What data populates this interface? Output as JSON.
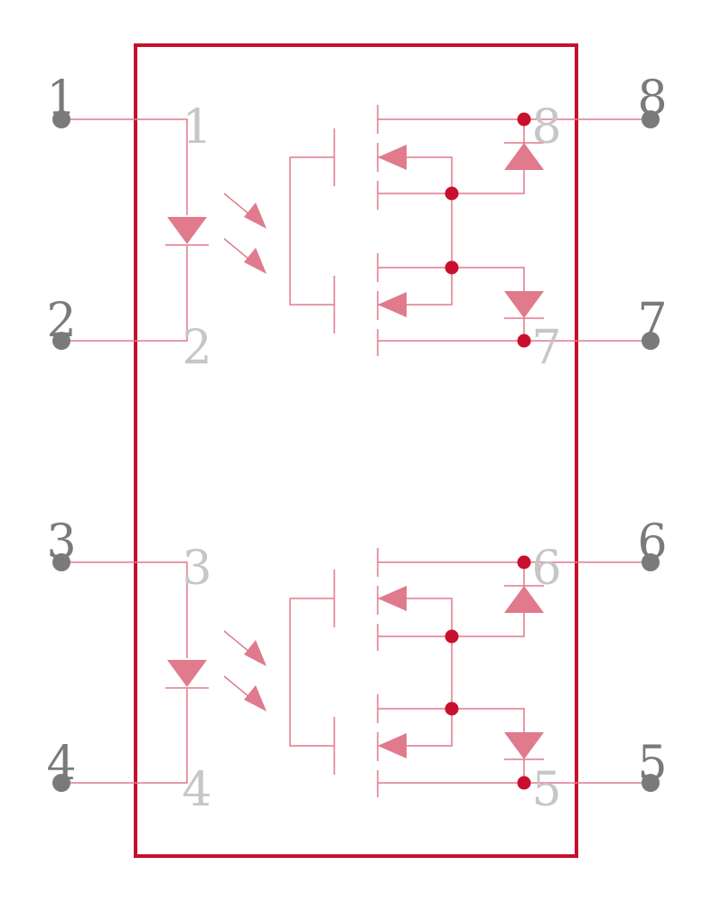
{
  "pins": {
    "p1": "1",
    "p2": "2",
    "p3": "3",
    "p4": "4",
    "p5": "5",
    "p6": "6",
    "p7": "7",
    "p8": "8"
  },
  "colors": {
    "outline": "#c8102e",
    "wire": "#e07a8c",
    "junction": "#c8102e",
    "pin_dot": "#7a7a7a",
    "pin_label_outer": "#7a7a7a",
    "pin_label_inner": "#c6c6c6"
  }
}
